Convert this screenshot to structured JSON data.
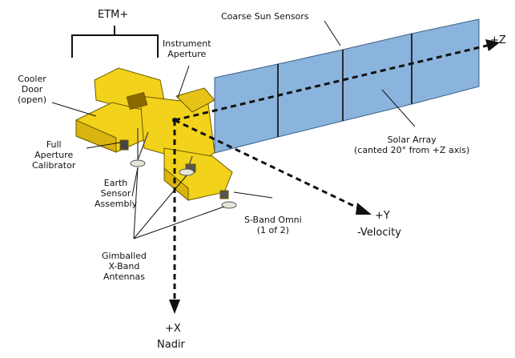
{
  "labels": {
    "etm": "ETM+",
    "instrument_aperture": "Instrument\nAperture",
    "coarse_sun_sensors": "Coarse Sun Sensors",
    "plus_z": "+Z",
    "cooler_door": "Cooler\nDoor\n(open)",
    "full_aperture_calibrator": "Full\nAperture\nCalibrator",
    "solar_array": "Solar Array\n(canted 20° from +Z axis)",
    "earth_sensor_assembly": "Earth\nSensor\nAssembly",
    "plus_y": "+Y",
    "velocity": "-Velocity",
    "s_band_omni": "S-Band Omni\n(1 of 2)",
    "gimballed_x_band": "Gimballed\nX-Band\nAntennas",
    "plus_x": "+X",
    "nadir": "Nadir"
  },
  "colors": {
    "body_yellow": "#f2d21a",
    "body_shadow": "#d9b40e",
    "panel_blue": "#8ab4dd",
    "panel_edge": "#3b5f86"
  }
}
